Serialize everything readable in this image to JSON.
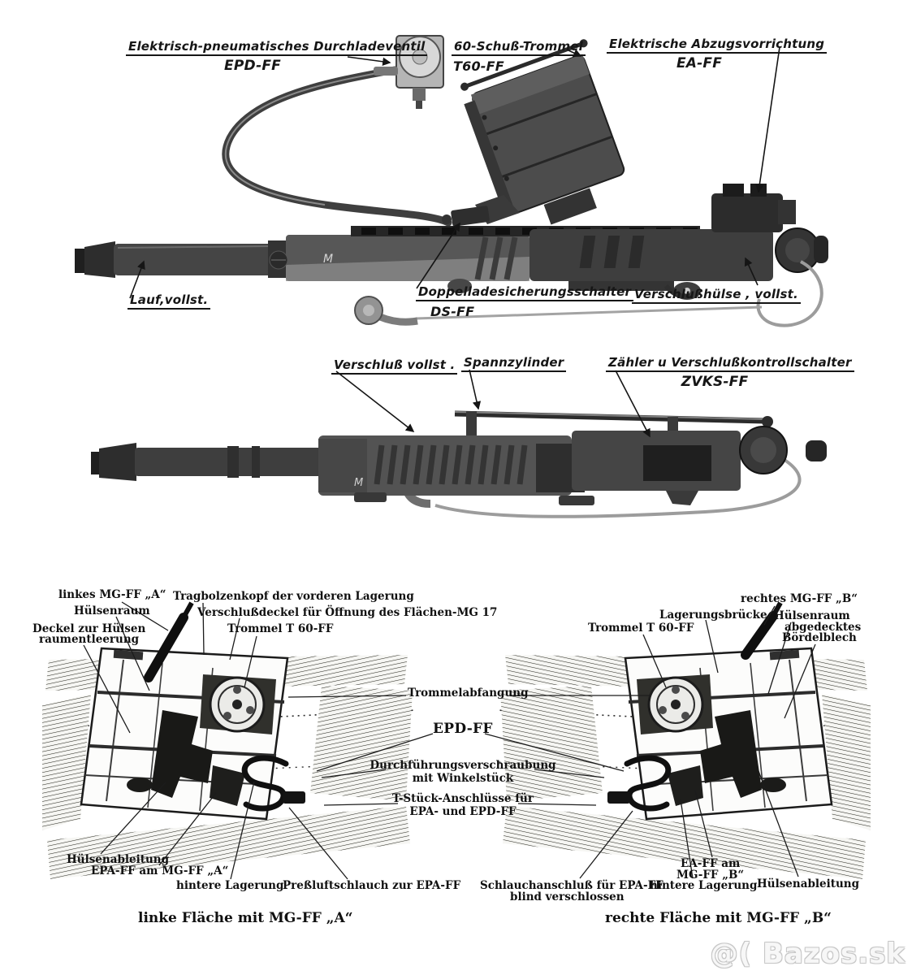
{
  "photo1": {
    "epd": {
      "name": "Elektrisch-pneumatisches Durchladeventil",
      "abbr": "EPD-FF"
    },
    "trommel": {
      "name": "60-Schuß-Trommel",
      "abbr": "T60-FF"
    },
    "ea": {
      "name": "Elektrische Abzugsvorrichtung",
      "abbr": "EA-FF"
    },
    "lauf": {
      "name": "Lauf,vollst."
    },
    "ds": {
      "name": "Doppelladesicherungsschalter",
      "abbr": "DS-FF"
    },
    "verschlusshuelse": {
      "name": "Verschlußhülse , vollst."
    },
    "marking": "M"
  },
  "photo2": {
    "verschluss": "Verschluß vollst .",
    "spannzylinder": "Spannzylinder",
    "zvks": {
      "name": "Zähler u Verschlußkontrollschalter",
      "abbr": "ZVKS-FF"
    },
    "marking": "M"
  },
  "diagram": {
    "left": {
      "mg": "linkes MG-FF „A“",
      "tragbolzen": "Tragbolzenkopf der vorderen Lagerung",
      "huelsenraum": "Hülsenraum",
      "verschlussdeckel": "Verschlußdeckel für Öffnung des Flächen-MG 17",
      "deckel1": "Deckel zur Hülsen",
      "deckel2": "raumentleerung",
      "trommel": "Trommel T 60-FF",
      "huelsenableitung": "Hülsenableitung",
      "epa": "EPA-FF am MG-FF „A“",
      "lagerung": "hintere Lagerung",
      "pressluft": "Preßluftschlauch zur EPA-FF",
      "caption": "linke Fläche mit MG-FF „A“"
    },
    "center": {
      "trommelabfangung": "Trommelabfangung",
      "epd": "EPD-FF",
      "durch1": "Durchführungsverschraubung",
      "durch2": "mit Winkelstück",
      "tstueck1": "T-Stück-Anschlüsse für",
      "tstueck2": "EPA- und EPD-FF"
    },
    "right": {
      "mg": "rechtes MG-FF „B“",
      "bruecke": "Lagerungsbrücke",
      "huelsenraum": "Hülsenraum",
      "trommel": "Trommel T 60-FF",
      "abgedeckt1": "abgedecktes",
      "abgedeckt2": "Bördelblech",
      "schlauch1": "Schlauchanschluß für EPA-FF",
      "schlauch2": "blind verschlossen",
      "ea1": "EA-FF am",
      "ea2": "MG-FF „B“",
      "lagerung": "hintere Lagerung",
      "huelsenableitung": "Hülsenableitung",
      "caption": "rechte Fläche mit MG-FF „B“"
    }
  },
  "watermark": "@( Bazos.sk"
}
